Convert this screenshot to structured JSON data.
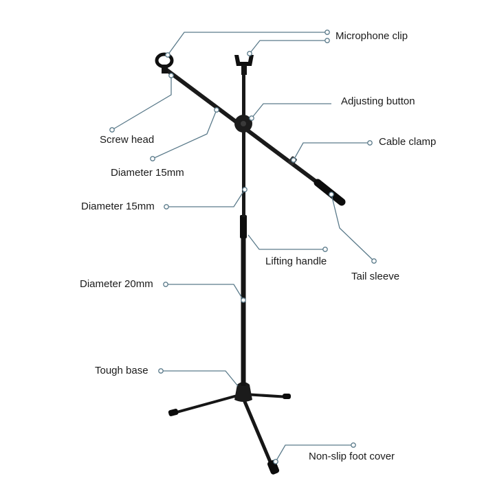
{
  "labels": {
    "microphone_clip": "Microphone clip",
    "adjusting_button": "Adjusting button",
    "cable_clamp": "Cable clamp",
    "screw_head": "Screw head",
    "diameter_boom": "Diameter 15mm",
    "diameter_upper": "Diameter 15mm",
    "lifting_handle": "Lifting handle",
    "tail_sleeve": "Tail sleeve",
    "diameter_lower": "Diameter 20mm",
    "tough_base": "Tough base",
    "non_slip_foot": "Non-slip foot cover"
  },
  "colors": {
    "leader_line": "#5a7a8a",
    "stand": "#111111",
    "text": "#1a1a1a"
  }
}
